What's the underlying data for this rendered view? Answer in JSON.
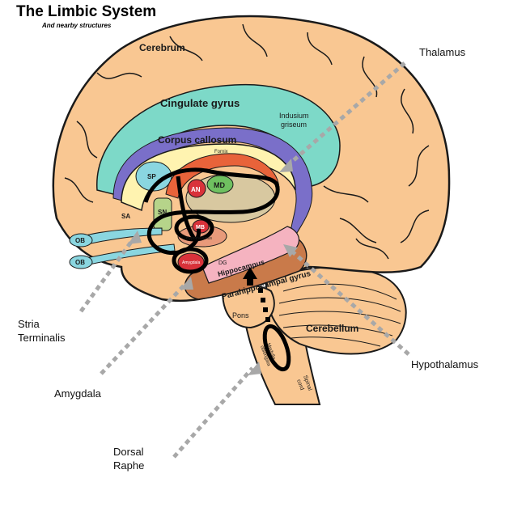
{
  "title": "The Limbic System",
  "subtitle": "And nearby structures",
  "colors": {
    "brain": "#f9c792",
    "brain_outline": "#1a1a1a",
    "cingulate": "#7dd9c8",
    "corpus_callosum": "#fff3b0",
    "purple_band": "#7a6fc9",
    "fornix": "#e8633a",
    "hippocampus": "#f5b3c0",
    "parahippocampal": "#c97a4a",
    "cerebellum": "#f9c792",
    "olfactory": "#8ad6e0",
    "arrows": "#a8a8a8",
    "circuit": "#000000"
  },
  "labels": {
    "cerebrum": "Cerebrum",
    "cingulate_gyrus": "Cingulate gyrus",
    "indusium_griseum": "Indusium\ngriseum",
    "corpus_callosum": "Corpus callosum",
    "fornix": "Fornix",
    "sp": "SP",
    "an": "AN",
    "md": "MD",
    "sa": "SA",
    "sn": "SN",
    "mb": "MB",
    "hypothalamus_small": "Hypothalamus",
    "ob_upper": "OB",
    "ob_lower": "OB",
    "amygdala_small": "Amygdala",
    "dg": "DG",
    "hippocampus": "Hippocampus",
    "parahippocampal_gyrus": "Parahippocampal gyrus",
    "pons": "Pons",
    "cerebellum": "Cerebellum",
    "medulla_oblongata": "Medulla\noblongata",
    "spinal_cord": "Spinal\ncord"
  },
  "external_labels": {
    "thalamus": "Thalamus",
    "stria_terminalis": "Stria\nTerminalis",
    "hypothalamus": "Hypothalamus",
    "amygdala": "Amygdala",
    "dorsal_raphe": "Dorsal\nRaphe"
  }
}
